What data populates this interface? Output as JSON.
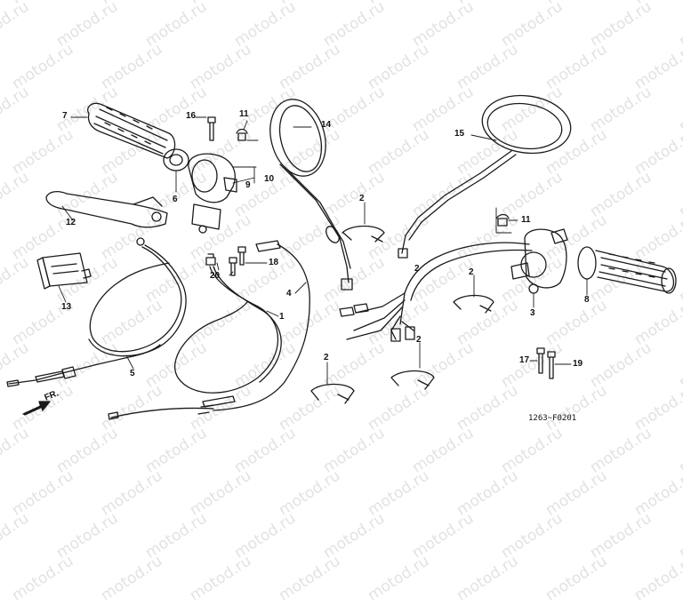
{
  "watermark": "motod.ru",
  "diagram_code": "1263~F0201",
  "direction_label": "FR.",
  "colors": {
    "line": "#1a1a1a",
    "watermark": "#e2e2e2",
    "background": "#ffffff"
  },
  "part_numbers": [
    "1",
    "2",
    "2",
    "2",
    "2",
    "2",
    "3",
    "4",
    "5",
    "6",
    "7",
    "8",
    "9",
    "10",
    "11",
    "11",
    "12",
    "13",
    "14",
    "15",
    "16",
    "17",
    "18",
    "19",
    "20"
  ]
}
